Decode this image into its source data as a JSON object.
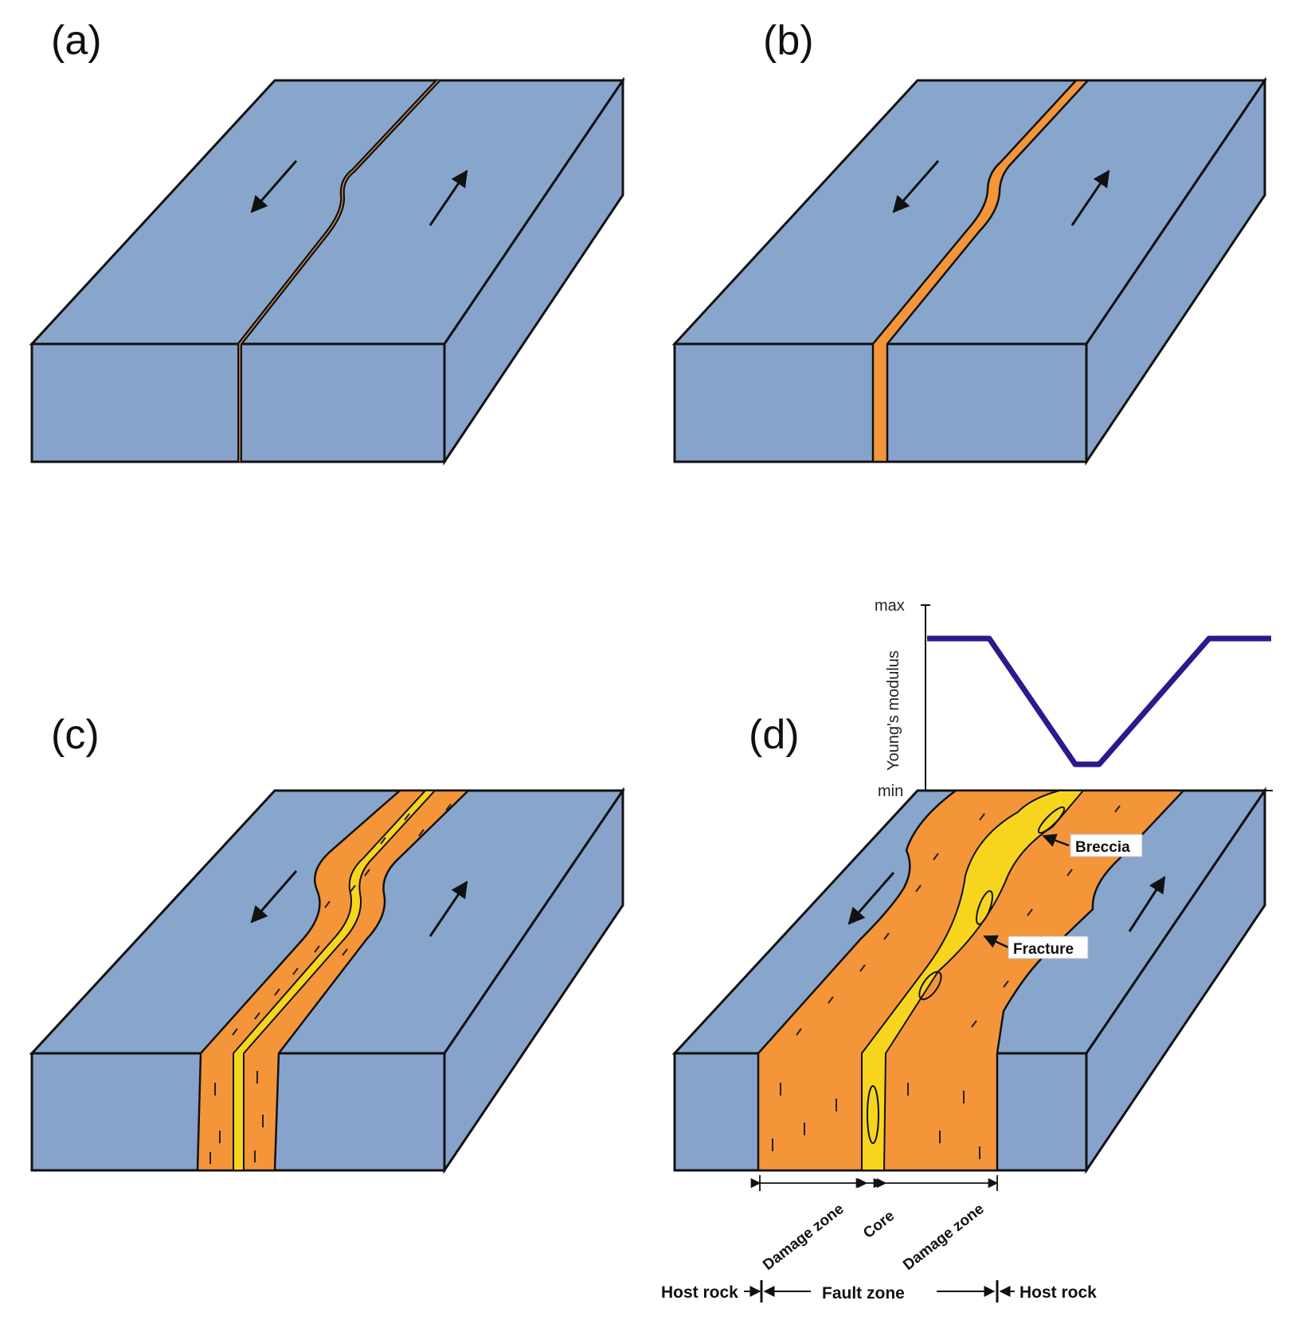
{
  "panels": {
    "a": {
      "label": "(a)"
    },
    "b": {
      "label": "(b)"
    },
    "c": {
      "label": "(c)"
    },
    "d": {
      "label": "(d)"
    }
  },
  "graph": {
    "y_axis_label": "Young's modulus",
    "y_max_label": "max",
    "y_min_label": "min",
    "line_color": "#2a1a8c"
  },
  "callouts": {
    "breccia": "Breccia",
    "fracture": "Fracture"
  },
  "zones": {
    "damage_zone_left": "Damage zone",
    "core": "Core",
    "damage_zone_right": "Damage zone"
  },
  "bottom_labels": {
    "host_rock_left": "Host rock",
    "fault_zone": "Fault zone",
    "host_rock_right": "Host rock"
  },
  "colors": {
    "block_top": "#88a6cc",
    "block_side": "#87a3cc",
    "fault_fill": "#f4953a",
    "core_fill": "#f7d51e"
  }
}
